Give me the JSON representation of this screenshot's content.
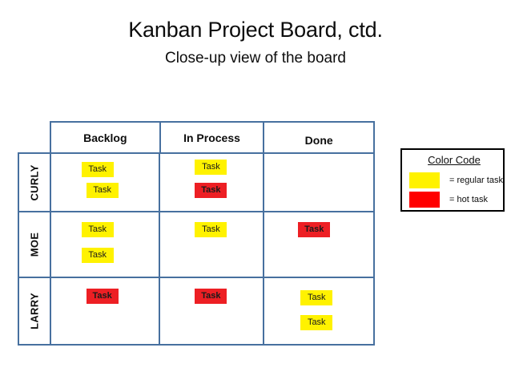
{
  "slide": {
    "title": "Kanban Project Board, ctd.",
    "subtitle": "Close-up view of the board"
  },
  "board": {
    "columns": [
      "Backlog",
      "In Process",
      "Done"
    ],
    "rows": [
      {
        "label": "CURLY",
        "cells": [
          {
            "column": "Backlog",
            "tasks": [
              {
                "label": "Task",
                "type": "regular"
              },
              {
                "label": "Task",
                "type": "regular"
              }
            ]
          },
          {
            "column": "In Process",
            "tasks": [
              {
                "label": "Task",
                "type": "regular"
              },
              {
                "label": "Task",
                "type": "hot"
              }
            ]
          },
          {
            "column": "Done",
            "tasks": []
          }
        ]
      },
      {
        "label": "MOE",
        "cells": [
          {
            "column": "Backlog",
            "tasks": [
              {
                "label": "Task",
                "type": "regular"
              },
              {
                "label": "Task",
                "type": "regular"
              }
            ]
          },
          {
            "column": "In Process",
            "tasks": [
              {
                "label": "Task",
                "type": "regular"
              }
            ]
          },
          {
            "column": "Done",
            "tasks": [
              {
                "label": "Task",
                "type": "hot"
              }
            ]
          }
        ]
      },
      {
        "label": "LARRY",
        "cells": [
          {
            "column": "Backlog",
            "tasks": [
              {
                "label": "Task",
                "type": "hot"
              }
            ]
          },
          {
            "column": "In Process",
            "tasks": [
              {
                "label": "Task",
                "type": "hot"
              }
            ]
          },
          {
            "column": "Done",
            "tasks": [
              {
                "label": "Task",
                "type": "regular"
              },
              {
                "label": "Task",
                "type": "regular"
              }
            ]
          }
        ]
      }
    ]
  },
  "legend": {
    "title": "Color Code",
    "entries": [
      {
        "swatch": "regular",
        "text": "= regular task"
      },
      {
        "swatch": "hot",
        "text": "= hot task"
      }
    ]
  },
  "colors": {
    "regular_task": "#fff200",
    "hot_task": "#ed1f24",
    "legend_hot": "#ff0000",
    "table_border": "#47709f",
    "legend_border": "#000000",
    "text": "#0d0d0d",
    "background": "#ffffff"
  }
}
